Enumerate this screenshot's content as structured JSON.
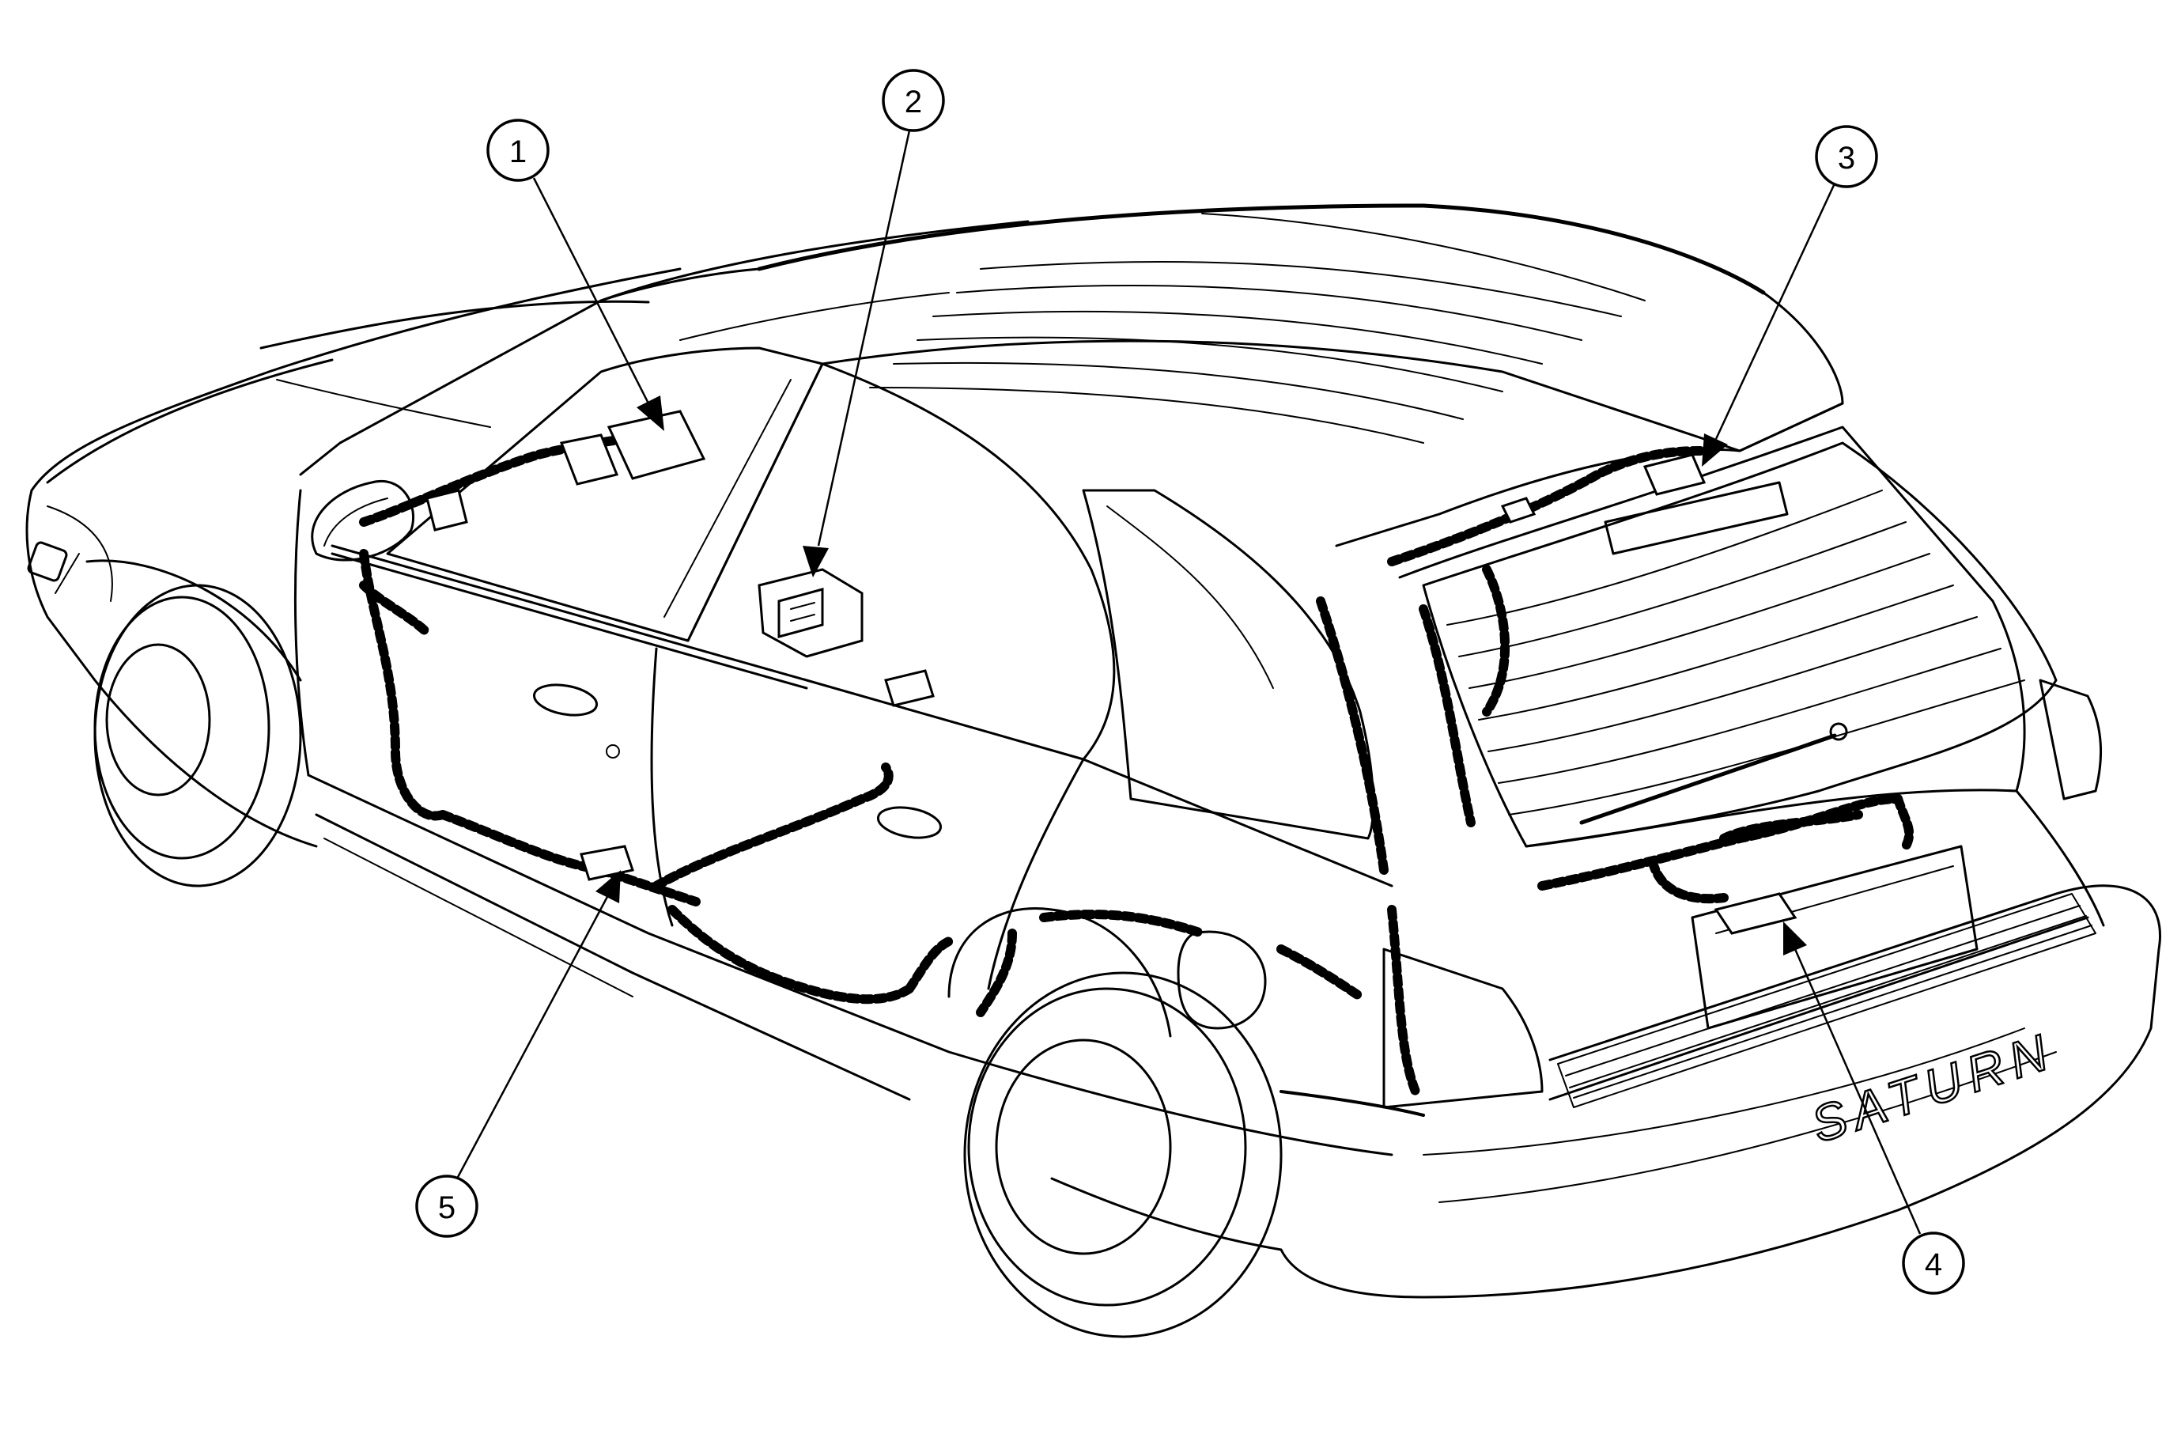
{
  "diagram": {
    "badge_text": "SATURN",
    "callouts": [
      {
        "id": 1,
        "label": "1"
      },
      {
        "id": 2,
        "label": "2"
      },
      {
        "id": 3,
        "label": "3"
      },
      {
        "id": 4,
        "label": "4"
      },
      {
        "id": 5,
        "label": "5"
      }
    ]
  }
}
